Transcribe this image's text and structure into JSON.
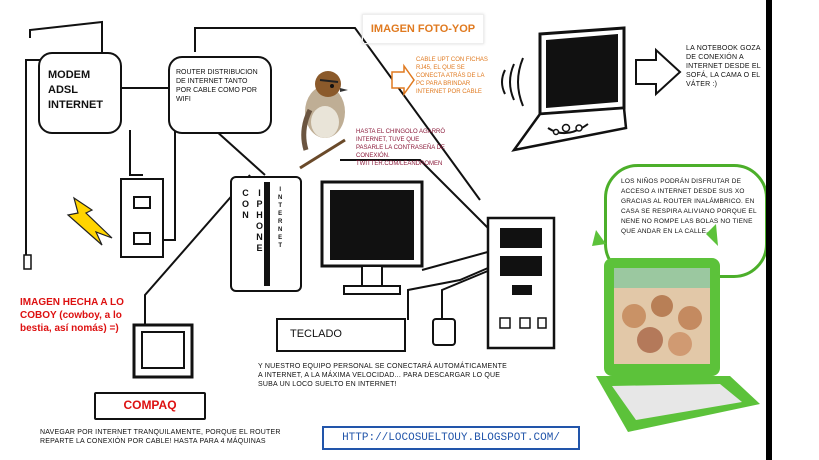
{
  "title": "IMAGEN FOTO-YOP",
  "modem": {
    "lines": [
      "MODEM",
      "ADSL",
      "INTERNET"
    ]
  },
  "router": {
    "text": "ROUTER DISTRIBUCION DE INTERNET TANTO POR CABLE COMO POR WIFI"
  },
  "cable_note": "CABLE UPT CON FICHAS RJ45, EL QUE SE CONECTA ATRÁS DE LA PC PARA BRINDAR INTERNET POR CABLE",
  "bird_note": "HASTA EL CHINGOLO AGARRÓ INTERNET, TUVE QUE PASARLE LA CONTRASEÑA DE CONEXIÓN. TWITTER.COM/LEANDROMEN",
  "notebook_note": "LA NOTEBOOK GOZA DE CONEXIÓN A INTERNET DESDE EL SOFÁ, LA CAMA O EL VÁTER :)",
  "kids_note": "LOS NIÑOS PODRÁN DISFRUTAR DE ACCESO A INTERNET DESDE SUS XO GRACIAS AL ROUTER INALÁMBRICO. EN CASA SE RESPIRA ALIVIANO PORQUE EL NENE NO ROMPE LAS BOLAS NO TIENE QUE ANDAR EN LA CALLE.",
  "iphone": {
    "con": [
      "C",
      "O",
      "N"
    ],
    "iphone": [
      "I",
      "P",
      "H",
      "O",
      "N",
      "E"
    ],
    "internet": [
      "I",
      "N",
      "T",
      "E",
      "R",
      "N",
      "E",
      "T"
    ]
  },
  "keyboard_label": "TECLADO",
  "pc_note": "Y NUESTRO EQUIPO PERSONAL SE CONECTARÁ AUTOMÁTICAMENTE A INTERNET, A LA MÁXIMA VELOCIDAD... PARA DESCARGAR LO QUE SUBA UN LOCO SUELTO EN INTERNET!",
  "red_note": "IMAGEN HECHA A LO COBOY (cowboy, a lo bestia, así nomás) =)",
  "compaq_label": "COMPAQ",
  "bottom_note": "NAVEGAR POR INTERNET TRANQUILAMENTE, PORQUE EL ROUTER REPARTE LA CONEXIÓN POR CABLE! HASTA PARA 4 MÁQUINAS",
  "link": "HTTP://LOCOSUELTOUY.BLOGSPOT.COM/",
  "colors": {
    "orange": "#e07a20",
    "red": "#d11111",
    "green": "#4caf2a",
    "blue": "#2255aa",
    "yellow": "#ffd400"
  }
}
